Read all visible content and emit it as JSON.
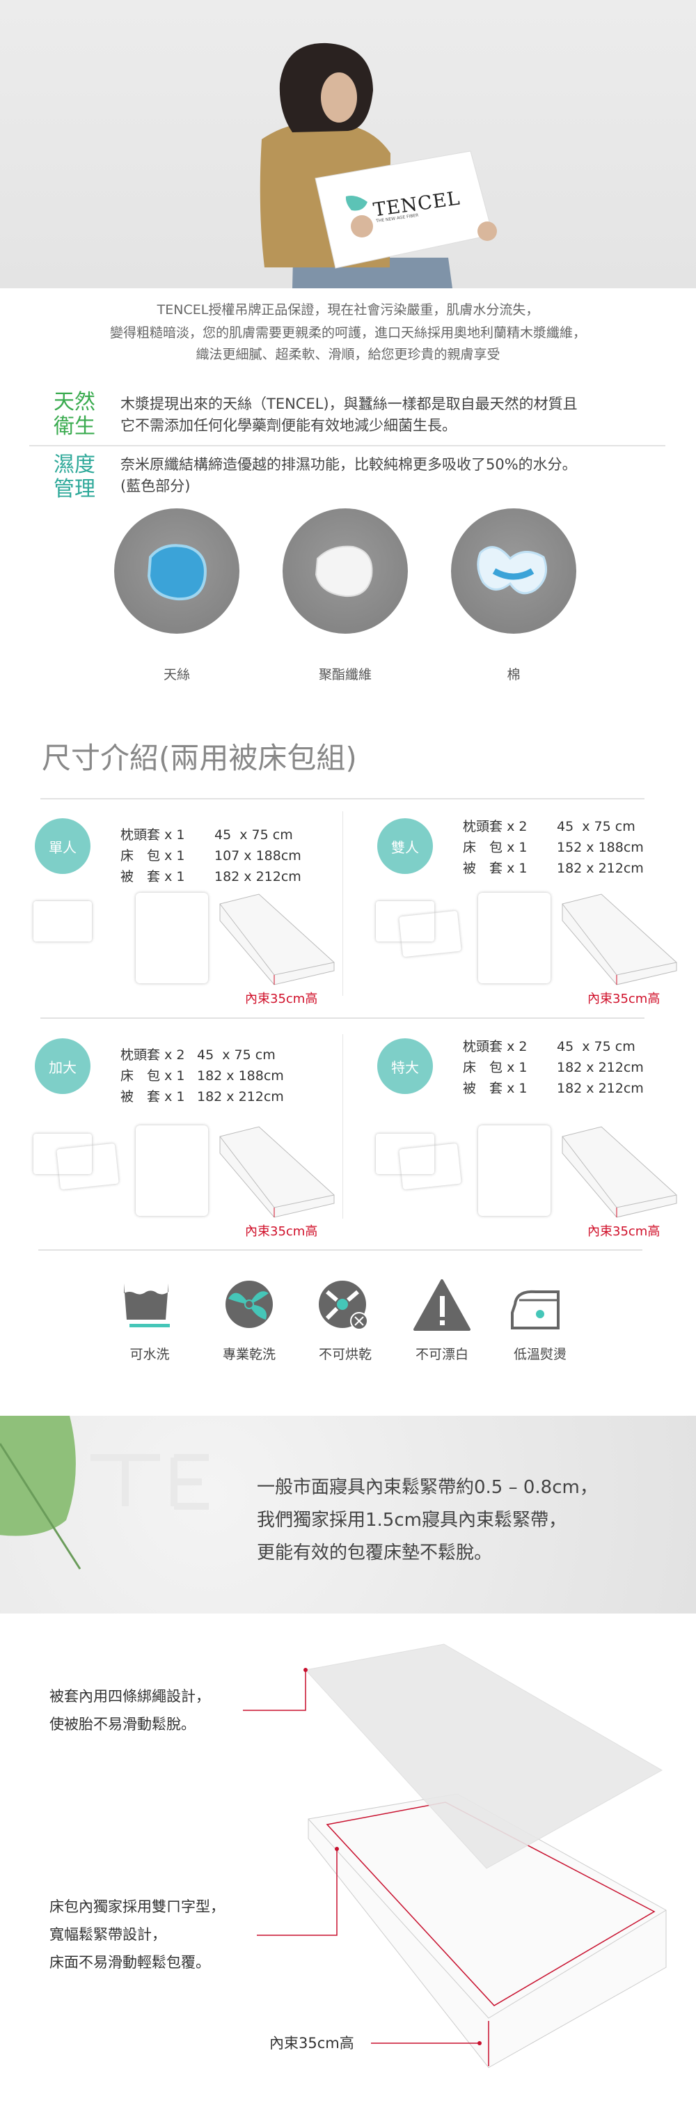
{
  "hero": {
    "logo": "TENCEL",
    "logo_tagline": "THE NEW AGE FIBER"
  },
  "intro": [
    "TENCEL授權吊牌正品保證，現在社會污染嚴重，肌膚水分流失，",
    "變得粗糙暗淡，您的肌膚需要更親柔的呵護，進口天絲採用奧地利蘭精木漿纖維，",
    "織法更細膩、超柔軟、滑順，給您更珍貴的親膚享受"
  ],
  "features": [
    {
      "heading": [
        "天然",
        "衛生"
      ],
      "lines": [
        "木漿提現出來的天絲（TENCEL)，與蠶絲一樣都是取自最天然的材質且",
        "它不需添加任何化學藥劑便能有效地減少細菌生長。"
      ],
      "color": "#3aab4f"
    },
    {
      "heading": [
        "濕度",
        "管理"
      ],
      "lines": [
        "奈米原纖結構締造優越的排濕功能，比較純棉更多吸收了50%的水分。",
        "(藍色部分)"
      ],
      "color": "#2fa99a"
    }
  ],
  "fibers": [
    "天絲",
    "聚酯纖維",
    "棉"
  ],
  "size_title": "尺寸介紹(兩用被床包組)",
  "sets": [
    {
      "badge": "單人",
      "items": [
        {
          "name": "枕頭套",
          "qty": "x 1",
          "size": "45  x 75 cm"
        },
        {
          "name": "床　包",
          "qty": "x 1",
          "size": "107 x 188cm"
        },
        {
          "name": "被　套",
          "qty": "x 1",
          "size": "182 x 212cm"
        }
      ],
      "note": "內束35cm高"
    },
    {
      "badge": "雙人",
      "items": [
        {
          "name": "枕頭套",
          "qty": "x 2",
          "size": "45  x 75 cm"
        },
        {
          "name": "床　包",
          "qty": "x 1",
          "size": "152 x 188cm"
        },
        {
          "name": "被　套",
          "qty": "x 1",
          "size": "182 x 212cm"
        }
      ],
      "note": "內束35cm高"
    },
    {
      "badge": "加大",
      "items": [
        {
          "name": "枕頭套",
          "qty": "x 2",
          "size": "45  x 75 cm"
        },
        {
          "name": "床　包",
          "qty": "x 1",
          "size": "182 x 188cm"
        },
        {
          "name": "被　套",
          "qty": "x 1",
          "size": "182 x 212cm"
        }
      ],
      "note": "內束35cm高"
    },
    {
      "badge": "特大",
      "items": [
        {
          "name": "枕頭套",
          "qty": "x 2",
          "size": "45  x 75 cm"
        },
        {
          "name": "床　包",
          "qty": "x 1",
          "size": "182 x 212cm"
        },
        {
          "name": "被　套",
          "qty": "x 1",
          "size": "182 x 212cm"
        }
      ],
      "note": "內束35cm高"
    }
  ],
  "care": [
    "可水洗",
    "專業乾洗",
    "不可烘乾",
    "不可漂白",
    "低溫熨燙"
  ],
  "banner": [
    "一般市面寢具內束鬆緊帶約0.5 – 0.8cm，",
    "我們獨家採用1.5cm寢具內束鬆緊帶，",
    "更能有效的包覆床墊不鬆脫。"
  ],
  "diagram": {
    "top_note": [
      "被套內用四條綁繩設計，",
      "使被胎不易滑動鬆脫。"
    ],
    "bottom_note": [
      "床包內獨家採用雙ㄇ字型，",
      "寬幅鬆緊帶設計，",
      "床面不易滑動輕鬆包覆。"
    ],
    "height_label": "內束35cm高"
  },
  "colors": {
    "teal": "#7ecfc8",
    "red": "#d0102a",
    "green": "#3aab4f"
  }
}
